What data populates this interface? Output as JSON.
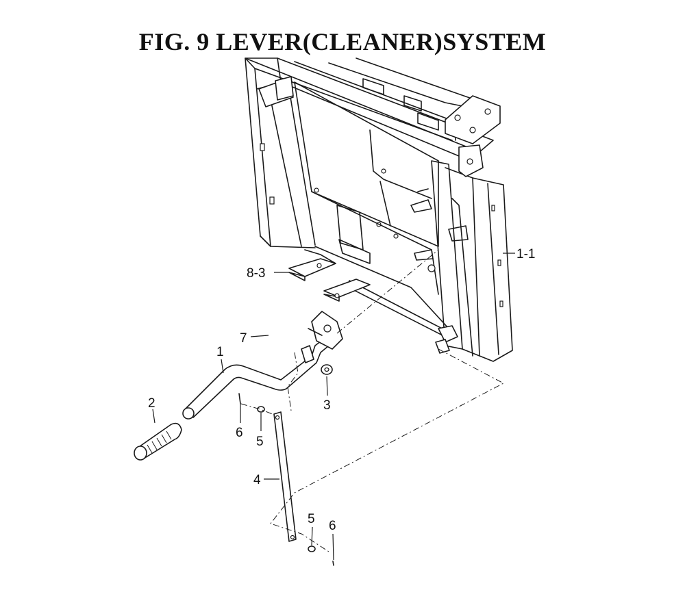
{
  "title": "FIG.  9  LEVER(CLEANER)SYSTEM",
  "labels": {
    "part_1_1": "1-1",
    "part_8_3": "8-3",
    "part_7": "7",
    "part_1": "1",
    "part_2": "2",
    "part_3": "3",
    "part_6_top": "6",
    "part_5_top": "5",
    "part_4": "4",
    "part_5_bottom": "5",
    "part_6_bottom": "6"
  }
}
